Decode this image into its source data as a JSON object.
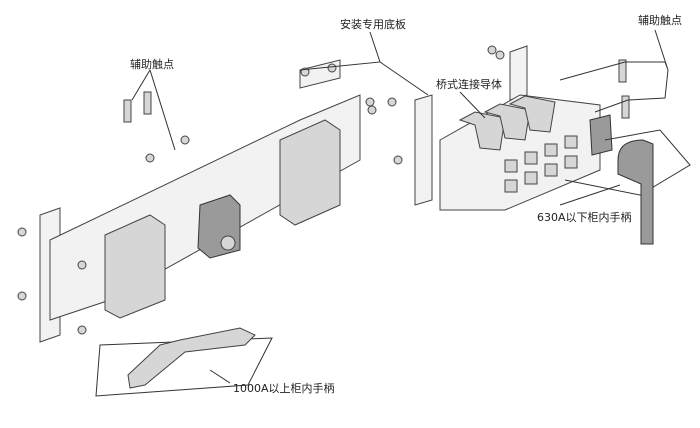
{
  "labels": {
    "aux_contact_left": "辅助触点",
    "mounting_plate": "安装专用底板",
    "aux_contact_right": "辅助触点",
    "bridge_conductor": "桥式连接导体",
    "handle_630a": "630A以下柜内手柄",
    "handle_1000a": "1000A以上柜内手柄"
  }
}
